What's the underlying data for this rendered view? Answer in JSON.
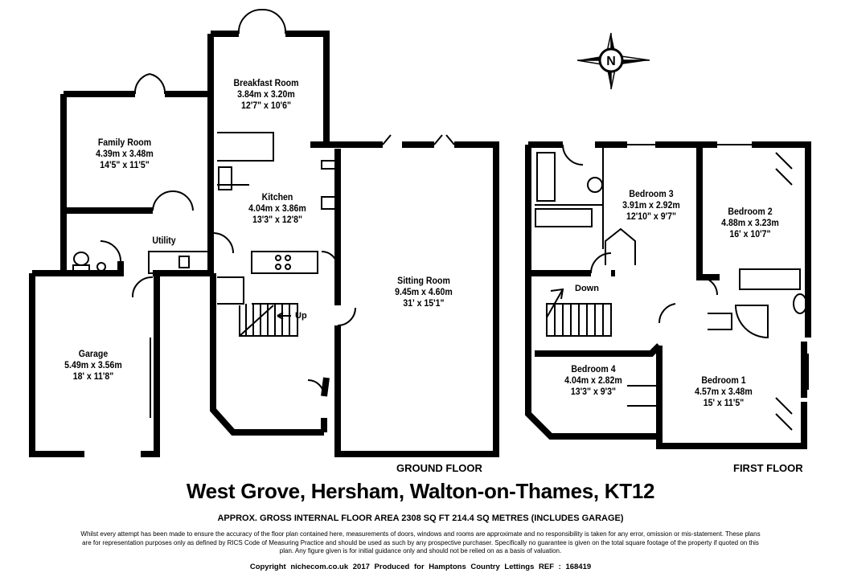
{
  "rooms": {
    "breakfast": {
      "name": "Breakfast Room",
      "metric": "3.84m x 3.20m",
      "imperial": "12'7\" x 10'6\""
    },
    "family": {
      "name": "Family Room",
      "metric": "4.39m x 3.48m",
      "imperial": "14'5\" x 11'5\""
    },
    "kitchen": {
      "name": "Kitchen",
      "metric": "4.04m x 3.86m",
      "imperial": "13'3\" x 12'8\""
    },
    "utility": {
      "name": "Utility"
    },
    "sitting": {
      "name": "Sitting Room",
      "metric": "9.45m x 4.60m",
      "imperial": "31' x 15'1\""
    },
    "garage": {
      "name": "Garage",
      "metric": "5.49m x 3.56m",
      "imperial": "18' x 11'8\""
    },
    "bedroom3": {
      "name": "Bedroom 3",
      "metric": "3.91m x 2.92m",
      "imperial": "12'10\" x 9'7\""
    },
    "bedroom2": {
      "name": "Bedroom 2",
      "metric": "4.88m x 3.23m",
      "imperial": "16' x 10'7\""
    },
    "bedroom4": {
      "name": "Bedroom 4",
      "metric": "4.04m x 2.82m",
      "imperial": "13'3\" x 9'3\""
    },
    "bedroom1": {
      "name": "Bedroom 1",
      "metric": "4.57m x 3.48m",
      "imperial": "15' x 11'5\""
    }
  },
  "stairs": {
    "up": "Up",
    "down": "Down"
  },
  "floors": {
    "ground": "GROUND FLOOR",
    "first": "FIRST FLOOR"
  },
  "compass_letter": "N",
  "title": "West Grove, Hersham, Walton-on-Thames, KT12",
  "area_text": "APPROX.  GROSS INTERNAL FLOOR AREA 2308 SQ FT 214.4 SQ METRES (INCLUDES GARAGE)",
  "disclaimer": "Whilst every attempt has been made to ensure the accuracy of the floor plan contained here, measurements of doors, windows and rooms are approximate and no responsibility is taken for any error, omission or mis-statement. These plans are for representation purposes only as defined by RICS Code of Measuring Practice and should be used as such by any prospective purchaser. Specifically no guarantee is given on the total square footage of the property if quoted on this plan. Any figure given is for initial guidance only and should not be relied on as a basis of valuation.",
  "footer": "Copyright nichecom.co.uk 2017  Produced for Hamptons Country Lettings  REF : 168419",
  "colors": {
    "wall": "#000000",
    "background": "#ffffff"
  }
}
